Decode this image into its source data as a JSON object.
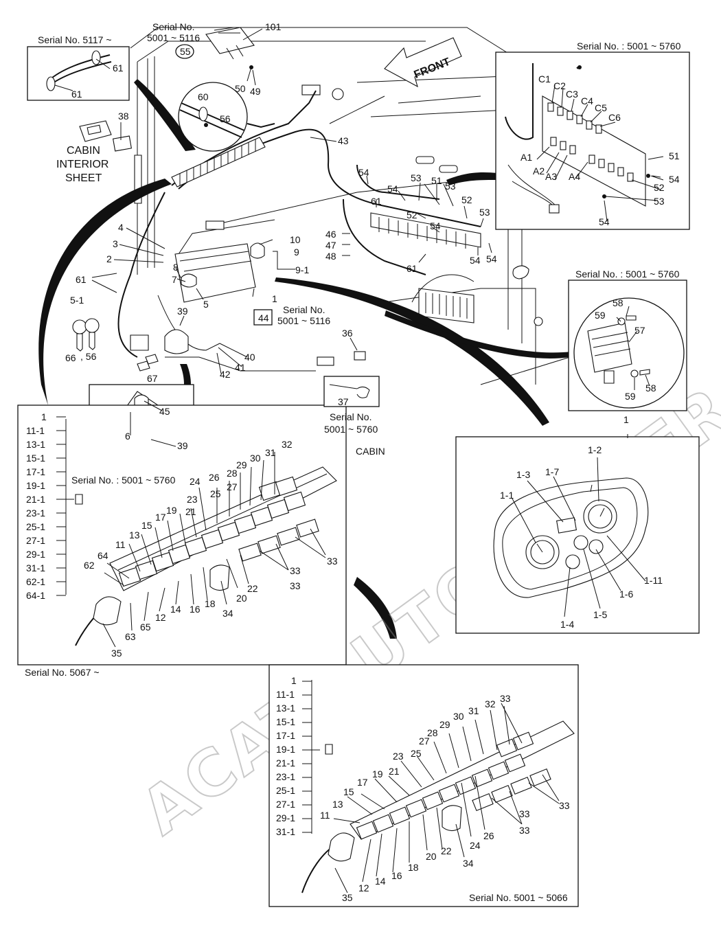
{
  "serials": {
    "s5117": "Serial No. 5117 ~",
    "s5001_5116_top_a": "Serial No.",
    "s5001_5116_top_b": "5001 ~ 5116",
    "s5001_5760_a": "Serial No.  : 5001 ~ 5760",
    "s5001_5760_b": "Serial No.  : 5001 ~ 5760",
    "s5001_5116_mid_a": "Serial No.",
    "s5001_5116_mid_b": "5001 ~ 5116",
    "s5001_5760_c_a": "Serial No.",
    "s5001_5760_c_b": "5001 ~ 5760",
    "s5001_5760_panel": "Serial No. : 5001 ~ 5760",
    "s5067": "Serial No. 5067 ~",
    "s5001_5066": "Serial No. 5001 ~ 5066"
  },
  "texts": {
    "front": "FRONT",
    "cabin_sheet_1": "CABIN",
    "cabin_sheet_2": "INTERIOR",
    "cabin_sheet_3": "SHEET",
    "cabin": "CABIN",
    "watermark": "ACAT.AUTODEALER.RU"
  },
  "callouts": {
    "c101": "101",
    "c55": "55",
    "c60": "60",
    "c56a": "56",
    "c50": "50",
    "c49": "49",
    "c61a": "61",
    "c61b": "61",
    "c38": "38",
    "c43": "43",
    "c4": "4",
    "c3": "3",
    "c2": "2",
    "c8": "8",
    "c7": "7",
    "c61c": "61",
    "c5": "5",
    "c5_1": "5-1",
    "c66": "66",
    "c56b": ", 56",
    "c67": "67",
    "c10": "10",
    "c9": "9",
    "c9_1": "9-1",
    "c1": "1",
    "c44": "44",
    "c39a": "39",
    "c40": "40",
    "c41": "41",
    "c42": "42",
    "c36": "36",
    "c37": "37",
    "c46": "46",
    "c47": "47",
    "c48": "48",
    "c54a": "54",
    "c61d": "61",
    "c54b": "54",
    "c53a": "53",
    "c51a": "51",
    "c53b": "53",
    "c52a": "52",
    "c54c": "54",
    "c52b": "52",
    "c53c": "53",
    "c61e": "61",
    "c54d": "54",
    "c54e": "54",
    "cC1": "C1",
    "cC2": "C2",
    "cC3": "C3",
    "cC4": "C4",
    "cC5": "C5",
    "cC6": "C6",
    "cA1": "A1",
    "cA2": "A2",
    "cA3": "A3",
    "cA4": "A4",
    "c51b": "51",
    "c54f": "54",
    "c52c": "52",
    "c54g": "54",
    "c53d": "53",
    "c58a": "58",
    "c59a": "59",
    "c57": "57",
    "c59b": "59",
    "c58b": "58",
    "c45": "45",
    "c6": "6",
    "c39b": "39",
    "g1": "1",
    "g1_2": "1-2",
    "g1_3": "1-3",
    "g1_7": "1-7",
    "g1_1": "1-1",
    "g1_11": "1-11",
    "g1_6": "1-6",
    "g1_5": "1-5",
    "g1_4": "1-4"
  },
  "legend_a": [
    "1",
    "11-1",
    "13-1",
    "15-1",
    "17-1",
    "19-1",
    "21-1",
    "23-1",
    "25-1",
    "27-1",
    "29-1",
    "31-1",
    "62-1",
    "64-1"
  ],
  "legend_b": [
    "1",
    "11-1",
    "13-1",
    "15-1",
    "17-1",
    "19-1",
    "21-1",
    "23-1",
    "25-1",
    "27-1",
    "29-1",
    "31-1"
  ],
  "panel_a_labels": {
    "t32": "32",
    "t31": "31",
    "t30": "30",
    "t29": "29",
    "t28": "28",
    "t27": "27",
    "t26": "26",
    "t24": "24",
    "t25": "25",
    "t23": "23",
    "t21": "21",
    "t19": "19",
    "t17": "17",
    "t15": "15",
    "t13": "13",
    "t11": "11",
    "t64": "64",
    "t62": "62",
    "b33a": "33",
    "b33b": "33",
    "b33c": "33",
    "b22": "22",
    "b20": "20",
    "b34": "34",
    "b18": "18",
    "b16": "16",
    "b14": "14",
    "b12": "12",
    "b65": "65",
    "b63": "63",
    "b35": "35"
  },
  "panel_b_labels": {
    "t33": "33",
    "t32": "32",
    "t31": "31",
    "t30": "30",
    "t29": "29",
    "t28": "28",
    "t27": "27",
    "t25": "25",
    "t23": "23",
    "t21": "21",
    "t19": "19",
    "t17": "17",
    "t15": "15",
    "t13": "13",
    "t11": "11",
    "b33a": "33",
    "b33b": "33",
    "b33c": "33",
    "b26": "26",
    "b24": "24",
    "b34": "34",
    "b22": "22",
    "b20": "20",
    "b18": "18",
    "b16": "16",
    "b14": "14",
    "b12": "12",
    "b35": "35"
  }
}
